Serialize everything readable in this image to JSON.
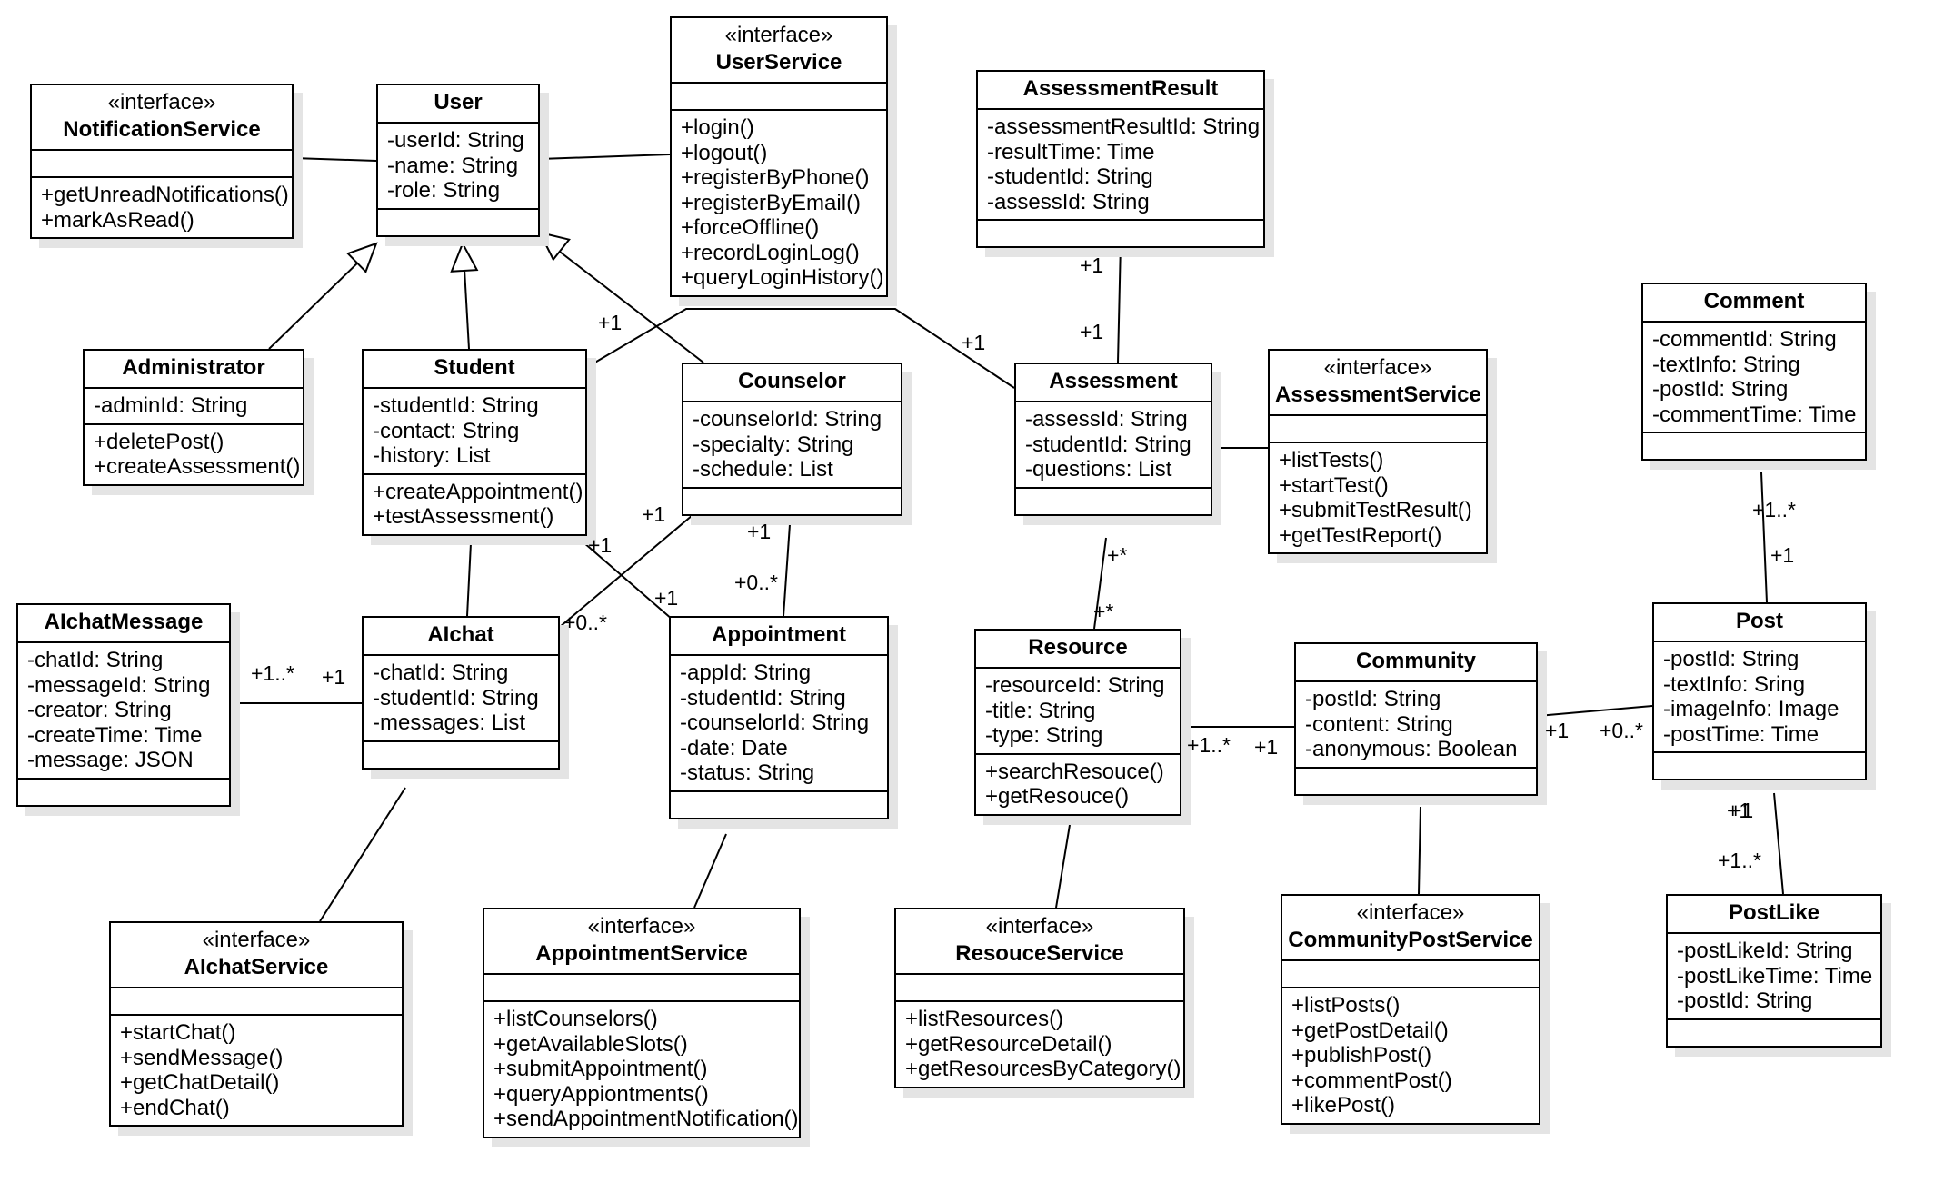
{
  "classes": [
    {
      "id": "notificationservice",
      "stereotype": "«interface»",
      "name": "NotificationService",
      "attributes": [],
      "methods": [
        "+getUnreadNotifications()",
        "+markAsRead()"
      ]
    },
    {
      "id": "user",
      "stereotype": "",
      "name": "User",
      "attributes": [
        "-userId: String",
        "-name: String",
        "-role: String"
      ],
      "methods": []
    },
    {
      "id": "userservice",
      "stereotype": "«interface»",
      "name": "UserService",
      "attributes": [],
      "methods": [
        "+login()",
        "+logout()",
        "+registerByPhone()",
        "+registerByEmail()",
        "+forceOffline()",
        "+recordLoginLog()",
        "+queryLoginHistory()"
      ]
    },
    {
      "id": "assessmentresult",
      "stereotype": "",
      "name": "AssessmentResult",
      "attributes": [
        "-assessmentResultId: String",
        "-resultTime: Time",
        "-studentId: String",
        "-assessId: String"
      ],
      "methods": []
    },
    {
      "id": "comment",
      "stereotype": "",
      "name": "Comment",
      "attributes": [
        "-commentId: String",
        "-textInfo: String",
        "-postId: String",
        "-commentTime: Time"
      ],
      "methods": []
    },
    {
      "id": "administrator",
      "stereotype": "",
      "name": "Administrator",
      "attributes": [
        "-adminId: String"
      ],
      "methods": [
        "+deletePost()",
        "+createAssessment()"
      ]
    },
    {
      "id": "student",
      "stereotype": "",
      "name": "Student",
      "attributes": [
        "-studentId: String",
        "-contact: String",
        "-history: List"
      ],
      "methods": [
        "+createAppointment()",
        "+testAssessment()"
      ]
    },
    {
      "id": "counselor",
      "stereotype": "",
      "name": "Counselor",
      "attributes": [
        "-counselorId: String",
        "-specialty: String",
        "-schedule: List"
      ],
      "methods": []
    },
    {
      "id": "assessment",
      "stereotype": "",
      "name": "Assessment",
      "attributes": [
        "-assessId: String",
        "-studentId: String",
        "-questions: List"
      ],
      "methods": []
    },
    {
      "id": "assessmentservice",
      "stereotype": "«interface»",
      "name": "AssessmentService",
      "attributes": [],
      "methods": [
        "+listTests()",
        "+startTest()",
        "+submitTestResult()",
        "+getTestReport()"
      ]
    },
    {
      "id": "aichatmessage",
      "stereotype": "",
      "name": "AIchatMessage",
      "attributes": [
        "-chatId: String",
        "-messageId: String",
        "-creator: String",
        "-createTime: Time",
        "-message: JSON"
      ],
      "methods": []
    },
    {
      "id": "aichat",
      "stereotype": "",
      "name": "AIchat",
      "attributes": [
        "-chatId: String",
        "-studentId: String",
        "-messages: List"
      ],
      "methods": []
    },
    {
      "id": "appointment",
      "stereotype": "",
      "name": "Appointment",
      "attributes": [
        "-appId: String",
        "-studentId: String",
        "-counselorId: String",
        "-date: Date",
        "-status: String"
      ],
      "methods": []
    },
    {
      "id": "resource",
      "stereotype": "",
      "name": "Resource",
      "attributes": [
        "-resourceId: String",
        "-title: String",
        "-type: String"
      ],
      "methods": [
        "+searchResouce()",
        "+getResouce()"
      ]
    },
    {
      "id": "community",
      "stereotype": "",
      "name": "Community",
      "attributes": [
        "-postId: String",
        "-content: String",
        "-anonymous: Boolean"
      ],
      "methods": []
    },
    {
      "id": "post",
      "stereotype": "",
      "name": "Post",
      "attributes": [
        "-postId: String",
        "-textInfo: Sring",
        "-imageInfo: Image",
        "-postTime: Time"
      ],
      "methods": []
    },
    {
      "id": "aichatservice",
      "stereotype": "«interface»",
      "name": "AIchatService",
      "attributes": [],
      "methods": [
        "+startChat()",
        "+sendMessage()",
        "+getChatDetail()",
        "+endChat()"
      ]
    },
    {
      "id": "appointmentservice",
      "stereotype": "«interface»",
      "name": "AppointmentService",
      "attributes": [],
      "methods": [
        "+listCounselors()",
        "+getAvailableSlots()",
        "+submitAppointment()",
        "+queryAppiontments()",
        "+sendAppointmentNotification()"
      ]
    },
    {
      "id": "resouceservice",
      "stereotype": "«interface»",
      "name": "ResouceService",
      "attributes": [],
      "methods": [
        "+listResources()",
        "+getResourceDetail()",
        "+getResourcesByCategory()"
      ]
    },
    {
      "id": "communitypostservice",
      "stereotype": "«interface»",
      "name": "CommunityPostService",
      "attributes": [],
      "methods": [
        "+listPosts()",
        "+getPostDetail()",
        "+publishPost()",
        "+commentPost()",
        "+likePost()"
      ]
    },
    {
      "id": "postlike",
      "stereotype": "",
      "name": "PostLike",
      "attributes": [
        "-postLikeId: String",
        "-postLikeTime: Time",
        "-postId: String"
      ],
      "methods": []
    }
  ],
  "multiplicities": [
    {
      "id": "m1",
      "text": "+1"
    },
    {
      "id": "m2",
      "text": "+1"
    },
    {
      "id": "m3",
      "text": "+1"
    },
    {
      "id": "m4",
      "text": "+1"
    },
    {
      "id": "m5",
      "text": "+1"
    },
    {
      "id": "m6",
      "text": "+1"
    },
    {
      "id": "m7",
      "text": "+1"
    },
    {
      "id": "m8",
      "text": "+1"
    },
    {
      "id": "m9",
      "text": "+0..*"
    },
    {
      "id": "m10",
      "text": "+0..*"
    },
    {
      "id": "m11",
      "text": "+1"
    },
    {
      "id": "m12",
      "text": "+1..*"
    },
    {
      "id": "m13",
      "text": "+1"
    },
    {
      "id": "m14",
      "text": "+*"
    },
    {
      "id": "m15",
      "text": "+*"
    },
    {
      "id": "m16",
      "text": "+1..*"
    },
    {
      "id": "m17",
      "text": "+1"
    },
    {
      "id": "m18",
      "text": "+1"
    },
    {
      "id": "m19",
      "text": "+0..*"
    },
    {
      "id": "m20",
      "text": "+1..*"
    },
    {
      "id": "m21",
      "text": "+1"
    },
    {
      "id": "m22",
      "text": "+1"
    },
    {
      "id": "m23",
      "text": "+1..*"
    }
  ]
}
